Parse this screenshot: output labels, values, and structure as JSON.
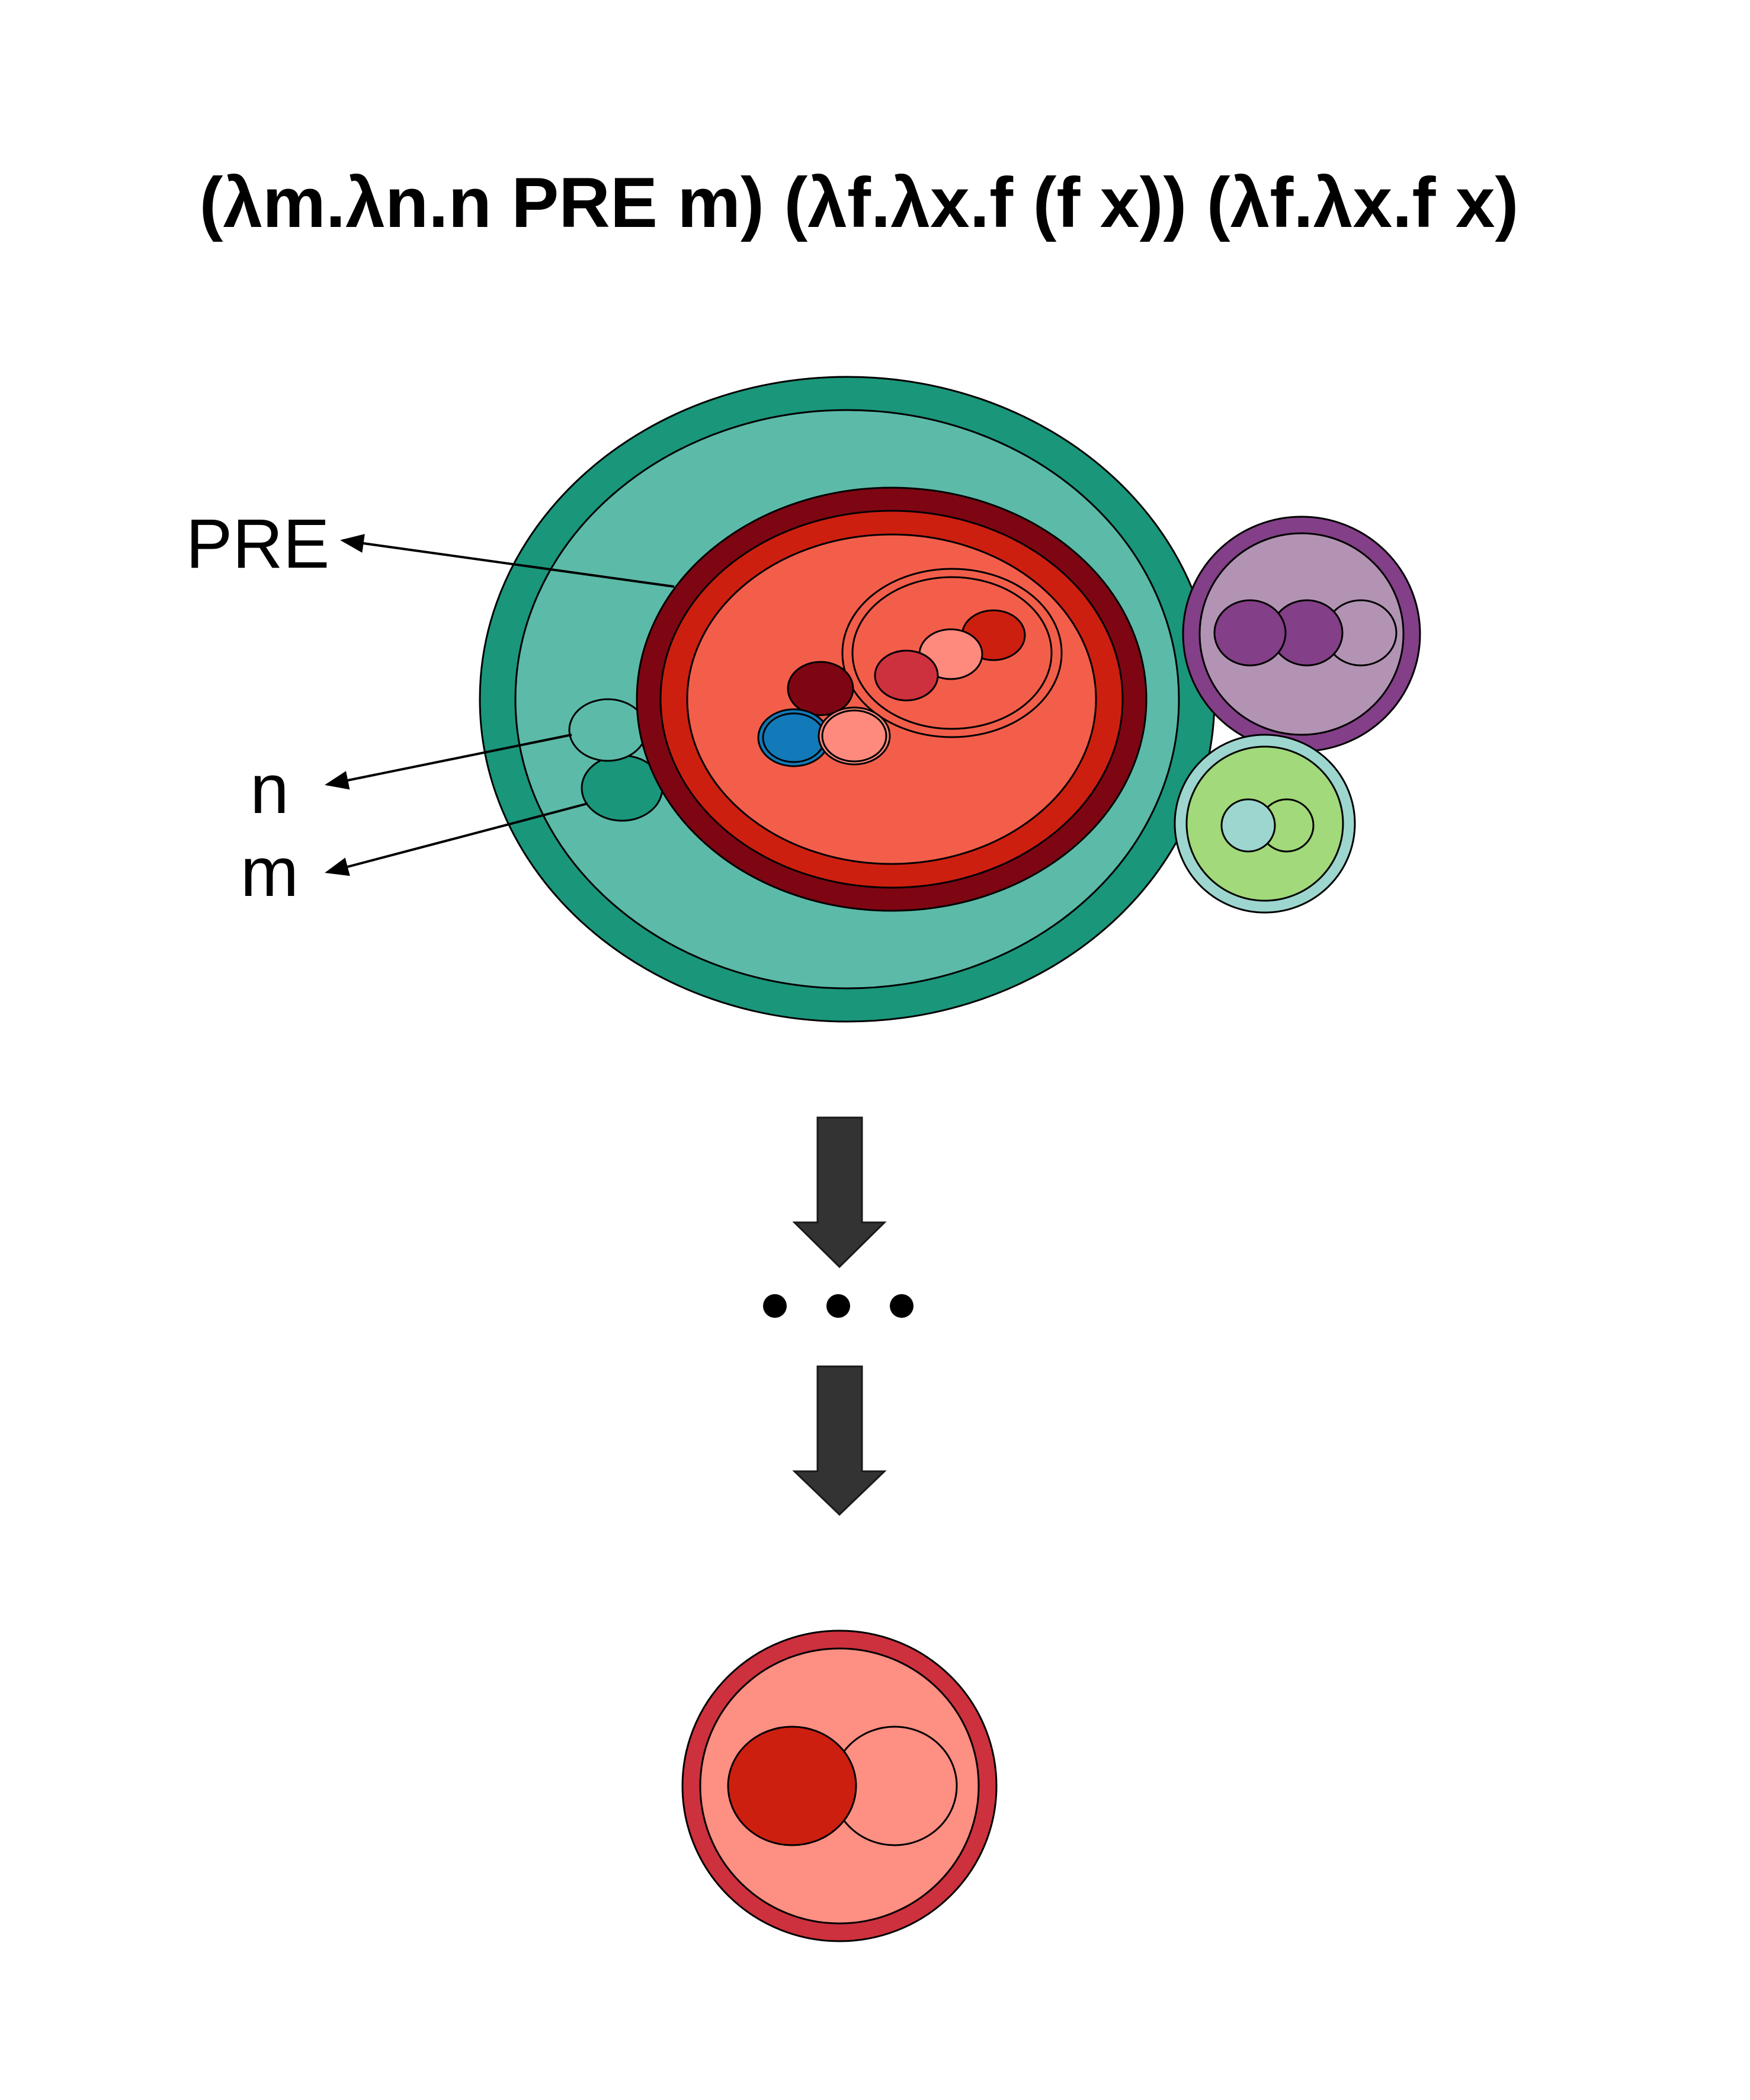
{
  "title": "(λm.λn.n PRE m)  (λf.λx.f (f x)) (λf.λx.f x)",
  "labels": {
    "pre": "PRE",
    "n": "n",
    "m": "m"
  },
  "ellipsis_symbol": "• • •",
  "colors": {
    "teal_dark": "#1a967b",
    "teal_light": "#5cbaa8",
    "red_darkest": "#7d0612",
    "red_mid": "#cd1f10",
    "red_salmon": "#f35e4b",
    "red_pale": "#fe8a7e",
    "red_crimson": "#cd313d",
    "blue": "#127ab9",
    "purple_dark": "#833f87",
    "purple_light": "#b393b4",
    "green": "#a2d97a",
    "green_pale": "#9dd6cf",
    "arrow_gray": "#333333",
    "result_outer": "#cd313d",
    "result_inner": "#fe8f83"
  },
  "icons": {
    "reduction_arrow": "down-arrow-icon",
    "ellipsis": "ellipsis-icon"
  }
}
